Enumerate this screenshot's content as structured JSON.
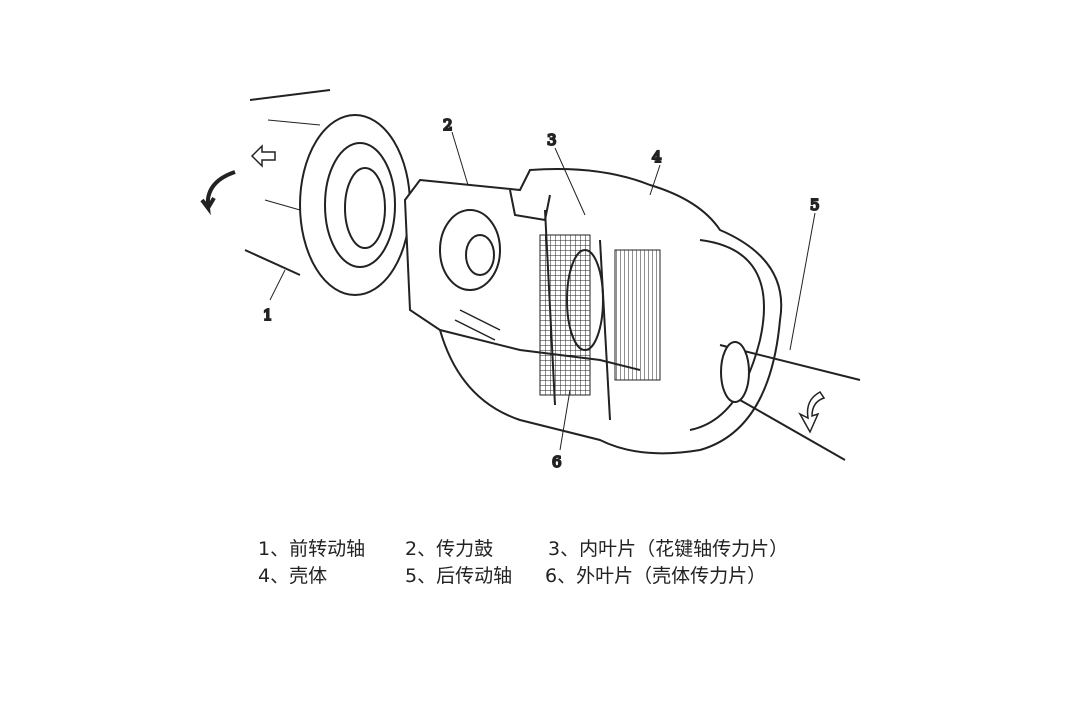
{
  "diagram": {
    "callouts": [
      "1",
      "2",
      "3",
      "4",
      "5",
      "6"
    ],
    "legend": [
      [
        "1、前转动轴",
        "2、传力鼓",
        "3、内叶片（花键轴传力片）"
      ],
      [
        "4、壳体",
        "5、后传动轴",
        "6、外叶片（壳体传力片）"
      ]
    ],
    "line_color": "#222222"
  }
}
